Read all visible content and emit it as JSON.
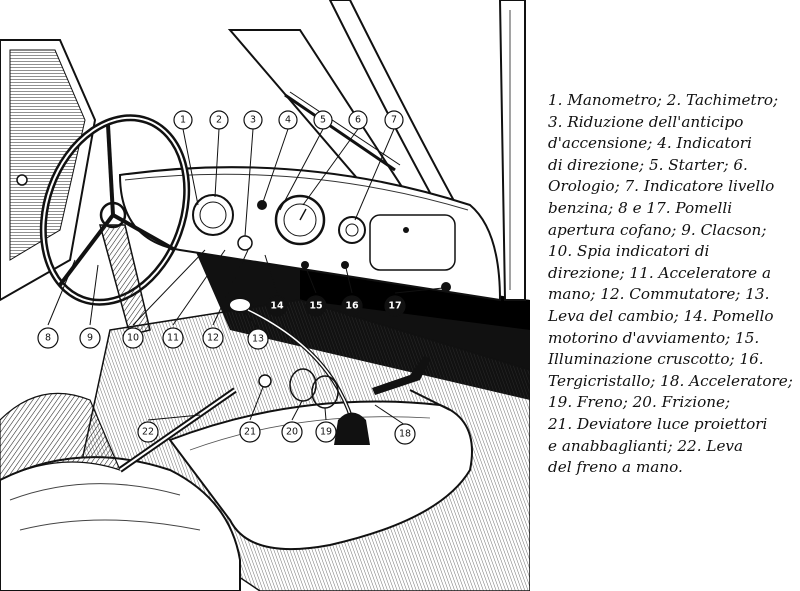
{
  "caption": {
    "lines": [
      "1. Manometro; 2. Tachimetro;",
      "3. Riduzione dell'anticipo",
      "d'accensione; 4. Indicatori",
      "di direzione; 5. Starter; 6.",
      "Orologio; 7. Indicatore livello",
      "benzina; 8 e 17. Pomelli",
      "apertura cofano; 9. Clacson;",
      "10. Spia indicatori di",
      "direzione; 11. Acceleratore a",
      "mano; 12. Commutatore; 13.",
      "Leva del cambio; 14. Pomello",
      "motorino d'avviamento; 15.",
      "Illuminazione cruscotto; 16.",
      "Tergicristallo; 18. Acceleratore;",
      "19. Freno; 20. Frizione;",
      "21. Deviatore luce proiettori",
      "e anabbaglianti; 22. Leva",
      "del freno a mano."
    ]
  },
  "callouts": [
    {
      "label": "1",
      "style": "white"
    },
    {
      "label": "2",
      "style": "white"
    },
    {
      "label": "3",
      "style": "white"
    },
    {
      "label": "4",
      "style": "white"
    },
    {
      "label": "5",
      "style": "white"
    },
    {
      "label": "6",
      "style": "white"
    },
    {
      "label": "7",
      "style": "white"
    },
    {
      "label": "8",
      "style": "white"
    },
    {
      "label": "9",
      "style": "white"
    },
    {
      "label": "10",
      "style": "white"
    },
    {
      "label": "11",
      "style": "white"
    },
    {
      "label": "12",
      "style": "white"
    },
    {
      "label": "13",
      "style": "white"
    },
    {
      "label": "14",
      "style": "black"
    },
    {
      "label": "15",
      "style": "black"
    },
    {
      "label": "16",
      "style": "black"
    },
    {
      "label": "17",
      "style": "black"
    },
    {
      "label": "18",
      "style": "white"
    },
    {
      "label": "19",
      "style": "white"
    },
    {
      "label": "20",
      "style": "white"
    },
    {
      "label": "21",
      "style": "white"
    },
    {
      "label": "22",
      "style": "white"
    }
  ]
}
